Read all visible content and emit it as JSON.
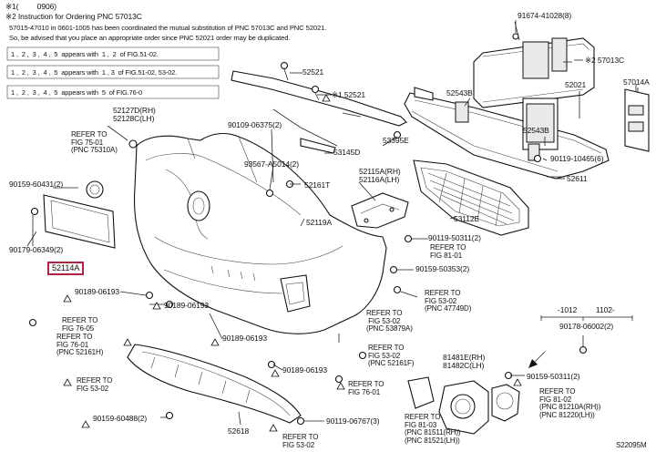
{
  "header": {
    "line1": "※1(         0906)",
    "line2": "※2 Instruction for Ordering PNC 57013C",
    "line3": "57015-47010 in 0601-1005 has been coordinated the mutual substitution of PNC 57013C and PNC 52021.",
    "line4": "So, be advised that you place an appropriate order since PNC 52021 order may be duplicated."
  },
  "notes": [
    {
      "text": "1 ,  2 ,  3 ,  4 ,  5  appears with  1 ,  2  of FIG.51-02."
    },
    {
      "text": "1 ,  2 ,  3 ,  4 ,  5  appears with  1 , 3  of FIG.51-02, 53-02."
    },
    {
      "text": "1 ,  2 ,  3 ,  4 ,  5  appears with  5  of FIG.76-0"
    }
  ],
  "labels": {
    "p91674": "91674-41028(8)",
    "p57013c": "※2 57013C",
    "p57014a": "57014A",
    "p52021": "52021",
    "p52543b_a": "52543B",
    "p52543b_b": "52543B",
    "p90119_a": "90119-10465(6)",
    "p52611": "52611",
    "p52521": "52521",
    "p52521b": "※1 52521",
    "p53395e": "53395E",
    "p53145d": "53145D",
    "p52127d": "52127D(RH)",
    "p52128c": "52128C(LH)",
    "p90109": "90109-06375(2)",
    "p93567": "93567-A5014(2)",
    "p52161t": "52161T",
    "p52115a": "52115A(RH)",
    "p52116a": "52116A(LH)",
    "p53112e": "53112E",
    "p52119a": "52119A",
    "p90159_a": "90159-60431(2)",
    "p90179": "90179-06349(2)",
    "p52114a": "52114A",
    "p90119_50311": "90119-50311(2)",
    "p90159_50353": "90159-50353(2)",
    "p90189_a": "90189-06193",
    "p90189_b": "90189-06193",
    "p90189_c": "90189-06193",
    "p90189_d": "90189-06193",
    "p90189_e": "90189-06193",
    "p90159_60488": "90159-60488(2)",
    "p52618": "52618",
    "p90119_06767": "90119-06767(3)",
    "p81481e": "81481E(RH)",
    "p81482c": "81482C(LH)",
    "p90159_50311": "90159-50311(2)",
    "p1012": "-1012",
    "p1102": "1102-",
    "p90178": "90178-06002(2)",
    "code": "S22095M"
  },
  "refs": {
    "r75_01": "REFER TO\nFIG 75-01\n(PNC 75310A)",
    "r81_01": "REFER TO\nFIG 81-01",
    "r53_02a": "REFER TO\nFIG 53-02\n(PNC 47749D)",
    "r53_02b": "REFER TO\n FIG 53-02\n(PNC 53879A)",
    "r76_05": "REFER TO\nFIG 76-05",
    "r76_01a": "REFER TO\nFIG 76-01\n(PNC 52161H)",
    "r53_02c": "REFER TO\nFIG 53-02",
    "r53_02d": "REFER TO\nFIG 53-02\n(PNC 52161F)",
    "r76_01b": "REFER TO\nFIG 76-01",
    "r81_03": "REFER TO\nFIG 81-03\n(PNC 81511(RH))\n(PNC 81521(LH))",
    "r81_02": "REFER TO\nFIG 81-02\n(PNC 81210A(RH))\n(PNC 81220(LH))",
    "r53_02e": "REFER TO\nFIG 53-02"
  }
}
